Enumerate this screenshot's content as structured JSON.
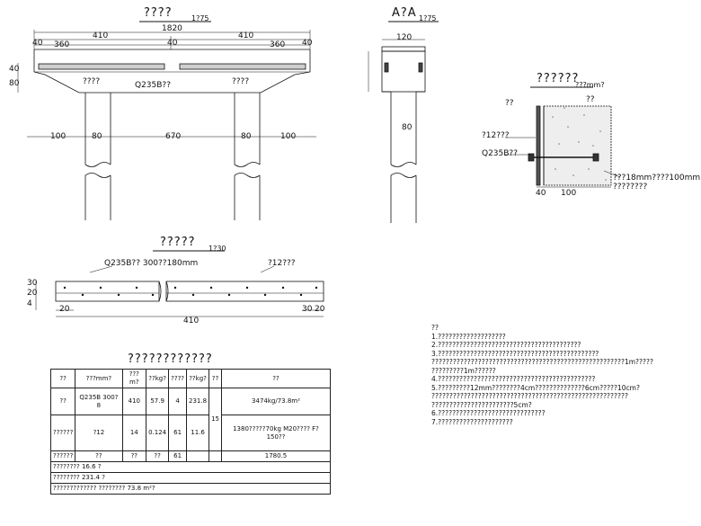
{
  "view_main": {
    "title": "????",
    "scale": "1?75"
  },
  "view_aa": {
    "title": "A?A",
    "scale": "1?75"
  },
  "view_detail": {
    "title": "??????",
    "scale": "???mm?"
  },
  "view_plate": {
    "title": "?????",
    "scale": "1?30"
  },
  "table_title": "????????????",
  "dims_main": {
    "total": "1820",
    "left": "410",
    "right": "410",
    "d40a": "40",
    "d360": "360",
    "d40b": "40",
    "d360b": "360",
    "d40c": "40",
    "bottom": [
      "100",
      "80",
      "670",
      "80",
      "100"
    ],
    "h1": "40",
    "h2": "80"
  },
  "labels_main": {
    "a": "????",
    "b": "Q235B??",
    "c": "????"
  },
  "dims_aa": {
    "top": "120",
    "side": "80"
  },
  "labels_detail": {
    "a": "??",
    "b": "??",
    "c": "?12???",
    "d": "Q235B??",
    "e": "???18mm????100mm",
    "f": "????????",
    "d40": "40",
    "d100": "100"
  },
  "labels_plate": {
    "a": "Q235B?? 300??180mm",
    "b": "?12???"
  },
  "dims_plate": {
    "h1": "30",
    "h2": "20",
    "h3": "4",
    "l1": "20",
    "l2": "30",
    "l3": "20",
    "total": "410"
  },
  "table": {
    "headers": [
      "??",
      "???mm?",
      "???m?",
      "??kg?",
      "????",
      "??kg?",
      "??",
      "??"
    ],
    "rows": [
      [
        "??",
        "Q235B 300?8",
        "410",
        "57.9",
        "4",
        "231.8",
        "",
        "3474kg/73.8m²"
      ],
      [
        "??????",
        "?12",
        "14",
        "0.124",
        "61",
        "11.6",
        "15",
        "1380?????70kg M20???? F?150??"
      ],
      [
        "??????",
        "??",
        "??",
        "??",
        "61",
        "",
        "",
        "1780.5"
      ]
    ],
    "row_a": "???????? 16.6 ?",
    "row_b": "???????? 231.4 ?",
    "row_c": "????????????? ???????? 73.8 m²?"
  },
  "notes": [
    "??",
    "1.???????????????????",
    "2.????????????????????????????????????????",
    "3.?????????????????????????????????????????????",
    "??????????????????????????????????????????????????????1m?????",
    "?????????1m??????",
    "4.????????????????????????????????????????????",
    "5.?????????12mm????????4cm??????????????6cm?????10cm?",
    "???????????????????????????????????????????????????????",
    "???????????????????????5cm?",
    "6.??????????????????????????????",
    "7.?????????????????????"
  ]
}
